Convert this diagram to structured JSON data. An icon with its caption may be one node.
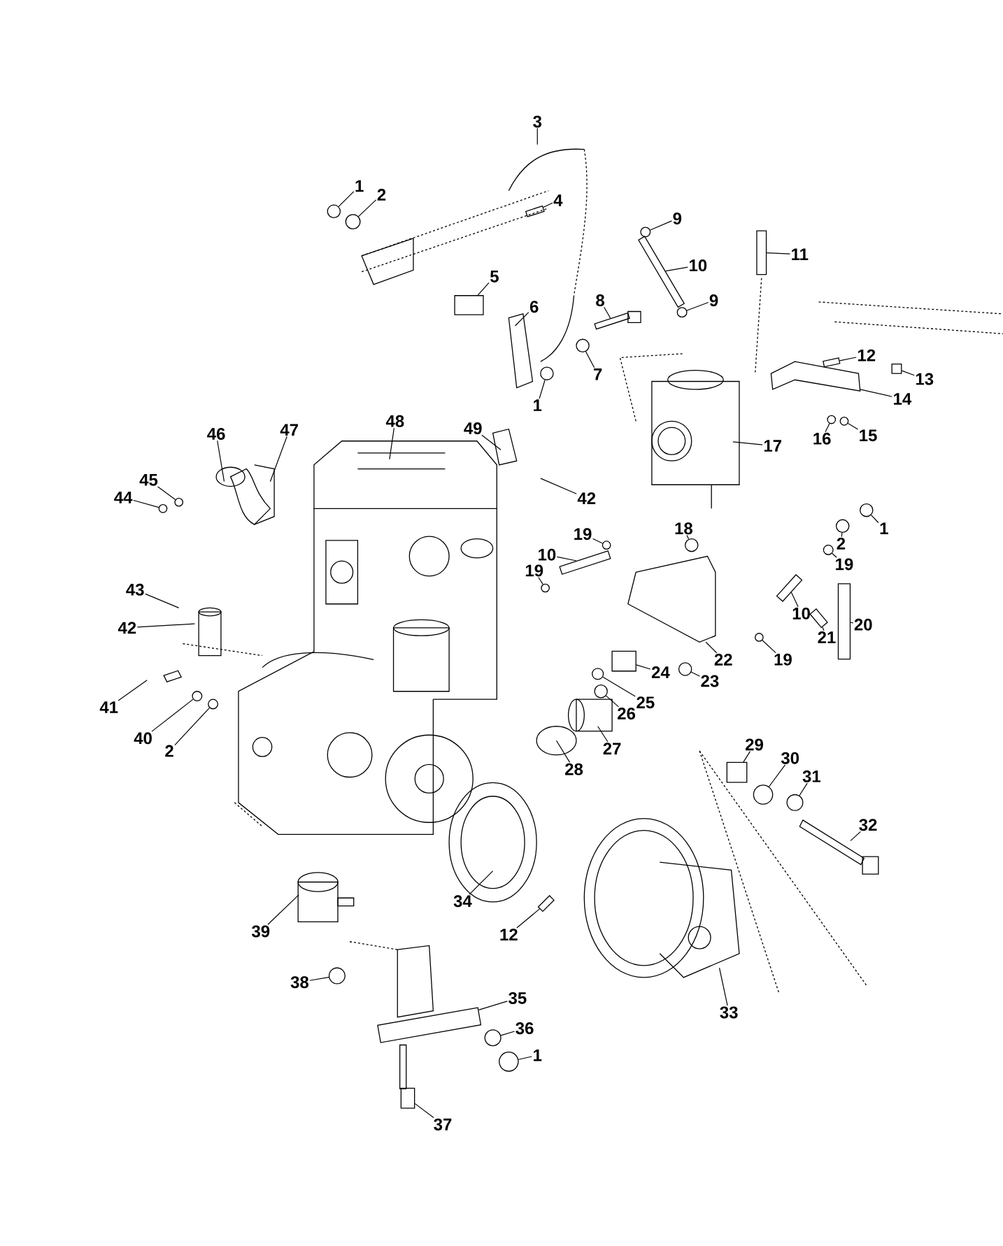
{
  "diagram": {
    "nodes": [
      {
        "text": [
          "1"
        ]
      },
      {
        "text": [
          "2"
        ]
      },
      {
        "text": [
          "3"
        ]
      },
      {
        "text": [
          "4"
        ]
      },
      {
        "text": [
          "5"
        ]
      },
      {
        "text": [
          "6"
        ]
      },
      {
        "text": [
          "7"
        ]
      },
      {
        "text": [
          "8"
        ]
      },
      {
        "text": [
          "9"
        ]
      },
      {
        "text": [
          "10"
        ]
      },
      {
        "text": [
          "9"
        ]
      },
      {
        "text": [
          "11"
        ]
      },
      {
        "text": [
          "12"
        ]
      },
      {
        "text": [
          "13"
        ]
      },
      {
        "text": [
          "14"
        ]
      },
      {
        "text": [
          "15"
        ]
      },
      {
        "text": [
          "16"
        ]
      },
      {
        "text": [
          "17"
        ]
      },
      {
        "text": [
          "1"
        ]
      },
      {
        "text": [
          "46"
        ]
      },
      {
        "text": [
          "47"
        ]
      },
      {
        "text": [
          "48"
        ]
      },
      {
        "text": [
          "49"
        ]
      },
      {
        "text": [
          "45"
        ]
      },
      {
        "text": [
          "44"
        ]
      },
      {
        "text": [
          "42"
        ]
      },
      {
        "text": [
          "43"
        ]
      },
      {
        "text": [
          "42"
        ]
      },
      {
        "text": [
          "18"
        ]
      },
      {
        "text": [
          "1"
        ]
      },
      {
        "text": [
          "2"
        ]
      },
      {
        "text": [
          "19"
        ]
      },
      {
        "text": [
          "10"
        ]
      },
      {
        "text": [
          "19"
        ]
      },
      {
        "text": [
          "19"
        ]
      },
      {
        "text": [
          "10"
        ]
      },
      {
        "text": [
          "20"
        ]
      },
      {
        "text": [
          "21"
        ]
      },
      {
        "text": [
          "19"
        ]
      },
      {
        "text": [
          "22"
        ]
      },
      {
        "text": [
          "23"
        ]
      },
      {
        "text": [
          "24"
        ]
      },
      {
        "text": [
          "25"
        ]
      },
      {
        "text": [
          "26"
        ]
      },
      {
        "text": [
          "27"
        ]
      },
      {
        "text": [
          "28"
        ]
      },
      {
        "text": [
          "41"
        ]
      },
      {
        "text": [
          "40"
        ]
      },
      {
        "text": [
          "2"
        ]
      },
      {
        "text": [
          "29"
        ]
      },
      {
        "text": [
          "30"
        ]
      },
      {
        "text": [
          "31"
        ]
      },
      {
        "text": [
          "32"
        ]
      },
      {
        "text": [
          "34"
        ]
      },
      {
        "text": [
          "12"
        ]
      },
      {
        "text": [
          "39"
        ]
      },
      {
        "text": [
          "33"
        ]
      },
      {
        "text": [
          "38"
        ]
      },
      {
        "text": [
          "35"
        ]
      },
      {
        "text": [
          "36"
        ]
      },
      {
        "text": [
          "1"
        ]
      },
      {
        "text": [
          "37"
        ]
      },
      {
        "text": [],
        "shape": "circle"
      },
      {
        "text": [],
        "shape": "circle"
      },
      {
        "text": [],
        "shape": "box"
      },
      {
        "text": [],
        "shape": "box"
      },
      {
        "text": [],
        "shape": "circle"
      },
      {
        "text": [],
        "shape": "box"
      },
      {
        "text": [],
        "shape": "circle"
      },
      {
        "text": [],
        "shape": "box"
      },
      {
        "text": [],
        "shape": "circle"
      },
      {
        "text": [],
        "shape": "box"
      },
      {
        "text": [],
        "shape": "box"
      },
      {
        "text": [],
        "shape": "box"
      },
      {
        "text": [],
        "shape": "circle"
      },
      {
        "text": [],
        "shape": "circle"
      },
      {
        "text": [],
        "shape": "circle"
      },
      {
        "text": [],
        "shape": "circle"
      },
      {
        "text": [],
        "shape": "circle"
      },
      {
        "text": [],
        "shape": "circle"
      },
      {
        "text": [],
        "shape": "circle"
      },
      {
        "text": [],
        "shape": "circle"
      },
      {
        "text": [],
        "shape": "circle"
      },
      {
        "text": [],
        "shape": "box"
      },
      {
        "text": [],
        "shape": "circle"
      },
      {
        "text": [],
        "shape": "circle"
      },
      {
        "text": [],
        "shape": "box"
      },
      {
        "text": [],
        "shape": "box"
      },
      {
        "text": [],
        "shape": "box"
      },
      {
        "text": [],
        "shape": "circle"
      },
      {
        "text": [],
        "shape": "circle"
      },
      {
        "text": [],
        "shape": "box"
      },
      {
        "text": [],
        "shape": "circle"
      },
      {
        "text": [],
        "shape": "circle"
      },
      {
        "text": [],
        "shape": "circle"
      },
      {
        "text": [],
        "shape": "circle"
      },
      {
        "text": [],
        "shape": "box"
      },
      {
        "text": [],
        "shape": "circle"
      },
      {
        "text": [],
        "shape": "circle"
      },
      {
        "text": [],
        "shape": "box"
      },
      {
        "text": [],
        "shape": "circle"
      },
      {
        "text": [],
        "shape": "circle"
      },
      {
        "text": [],
        "shape": "circle"
      },
      {
        "text": [],
        "shape": "box"
      },
      {
        "text": [],
        "shape": "box"
      }
    ],
    "edges": [
      {
        "from": 0,
        "to": 62,
        "arrow": "none"
      },
      {
        "from": 1,
        "to": 63,
        "arrow": "none"
      },
      {
        "from": 2,
        "to": null,
        "arrow": "none"
      },
      {
        "from": 3,
        "to": 64,
        "arrow": "none"
      },
      {
        "from": 4,
        "to": 65,
        "arrow": "none"
      },
      {
        "from": 5,
        "to": null,
        "arrow": "none"
      },
      {
        "from": 6,
        "to": 66,
        "arrow": "none"
      },
      {
        "from": 7,
        "to": 67,
        "arrow": "none"
      },
      {
        "from": 8,
        "to": 68,
        "arrow": "none"
      },
      {
        "from": 9,
        "to": 69,
        "arrow": "none"
      },
      {
        "from": 10,
        "to": 70,
        "arrow": "none"
      },
      {
        "from": 11,
        "to": 71,
        "arrow": "none"
      },
      {
        "from": 12,
        "to": 72,
        "arrow": "none"
      },
      {
        "from": 13,
        "to": 73,
        "arrow": "none"
      },
      {
        "from": 14,
        "to": null,
        "arrow": "none"
      },
      {
        "from": 15,
        "to": 74,
        "arrow": "none"
      },
      {
        "from": 16,
        "to": 75,
        "arrow": "none"
      },
      {
        "from": 17,
        "to": null,
        "arrow": "none"
      },
      {
        "from": 18,
        "to": 76,
        "arrow": "none"
      },
      {
        "from": 19,
        "to": null,
        "arrow": "none"
      },
      {
        "from": 20,
        "to": null,
        "arrow": "none"
      },
      {
        "from": 21,
        "to": null,
        "arrow": "none"
      },
      {
        "from": 22,
        "to": null,
        "arrow": "none"
      },
      {
        "from": 23,
        "to": 77,
        "arrow": "none"
      },
      {
        "from": 24,
        "to": 78,
        "arrow": "none"
      },
      {
        "from": 25,
        "to": null,
        "arrow": "none"
      },
      {
        "from": 26,
        "to": null,
        "arrow": "none"
      },
      {
        "from": 27,
        "to": null,
        "arrow": "none"
      },
      {
        "from": 28,
        "to": 79,
        "arrow": "none"
      },
      {
        "from": 29,
        "to": 80,
        "arrow": "none"
      },
      {
        "from": 30,
        "to": 81,
        "arrow": "none"
      },
      {
        "from": 31,
        "to": 82,
        "arrow": "none"
      },
      {
        "from": 32,
        "to": 83,
        "arrow": "none"
      },
      {
        "from": 33,
        "to": 84,
        "arrow": "none"
      },
      {
        "from": 34,
        "to": 85,
        "arrow": "none"
      },
      {
        "from": 35,
        "to": 86,
        "arrow": "none"
      },
      {
        "from": 36,
        "to": 87,
        "arrow": "none"
      },
      {
        "from": 37,
        "to": 88,
        "arrow": "none"
      },
      {
        "from": 38,
        "to": 89,
        "arrow": "none"
      },
      {
        "from": 39,
        "to": null,
        "arrow": "none"
      },
      {
        "from": 40,
        "to": 90,
        "arrow": "none"
      },
      {
        "from": 41,
        "to": 91,
        "arrow": "none"
      },
      {
        "from": 42,
        "to": 92,
        "arrow": "none"
      },
      {
        "from": 43,
        "to": 93,
        "arrow": "none"
      },
      {
        "from": 44,
        "to": null,
        "arrow": "none"
      },
      {
        "from": 45,
        "to": null,
        "arrow": "none"
      },
      {
        "from": 46,
        "to": null,
        "arrow": "none"
      },
      {
        "from": 47,
        "to": 94,
        "arrow": "none"
      },
      {
        "from": 48,
        "to": 95,
        "arrow": "none"
      },
      {
        "from": 49,
        "to": 96,
        "arrow": "none"
      },
      {
        "from": 50,
        "to": 97,
        "arrow": "none"
      },
      {
        "from": 51,
        "to": 98,
        "arrow": "none"
      },
      {
        "from": 52,
        "to": null,
        "arrow": "none"
      },
      {
        "from": 53,
        "to": null,
        "arrow": "none"
      },
      {
        "from": 54,
        "to": 99,
        "arrow": "none"
      },
      {
        "from": 55,
        "to": null,
        "arrow": "none"
      },
      {
        "from": 56,
        "to": null,
        "arrow": "none"
      },
      {
        "from": 57,
        "to": 100,
        "arrow": "none"
      },
      {
        "from": 58,
        "to": 104,
        "arrow": "none"
      },
      {
        "from": 59,
        "to": 101,
        "arrow": "none"
      },
      {
        "from": 60,
        "to": 102,
        "arrow": "none"
      },
      {
        "from": 61,
        "to": 103,
        "arrow": "none"
      }
    ]
  }
}
